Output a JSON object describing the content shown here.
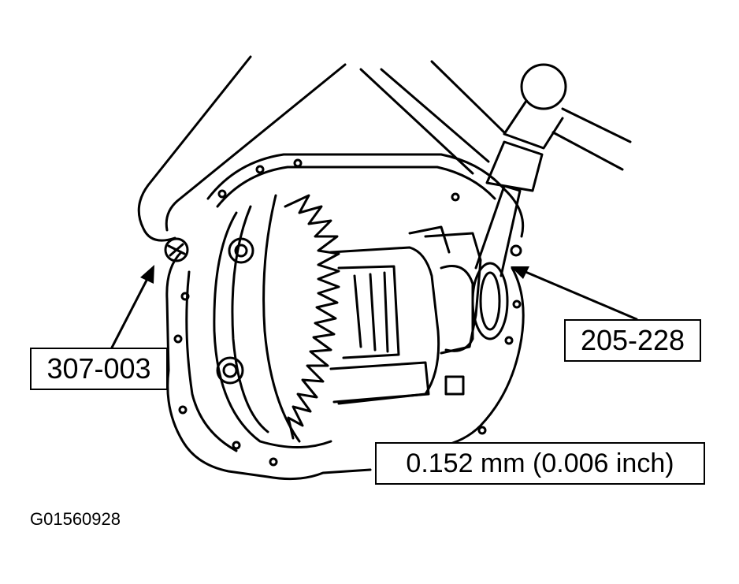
{
  "callouts": {
    "tool_left": "307-003",
    "tool_right": "205-228",
    "spec": "0.152 mm (0.006 inch)"
  },
  "figure_id": "G01560928",
  "colors": {
    "line": "#000000",
    "background": "#ffffff"
  }
}
